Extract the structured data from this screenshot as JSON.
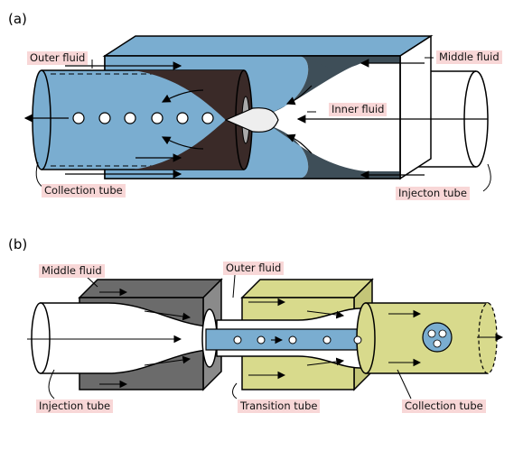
{
  "panels": [
    {
      "id": "a",
      "tag": "(a)",
      "labels": {
        "outer_fluid": "Outer fluid",
        "middle_fluid": "Middle fluid",
        "inner_fluid": "Inner fluid",
        "collection_tube": "Collection tube",
        "injection_tube": "Injecton tube"
      }
    },
    {
      "id": "b",
      "tag": "(b)",
      "labels": {
        "middle_fluid": "Middle fluid",
        "outer_fluid": "Outer fluid",
        "injection_tube": "Injection tube",
        "transition_tube": "Transition tube",
        "collection_tube": "Collection tube"
      }
    }
  ],
  "colors": {
    "blue_fluid": "#7aadd0",
    "dark_fluid": "#3a2a28",
    "slate": "#3e4e58",
    "gray_box": "#6b6b6b",
    "yellow_box": "#d8da8c",
    "label_bg": "#f8d7d7"
  }
}
